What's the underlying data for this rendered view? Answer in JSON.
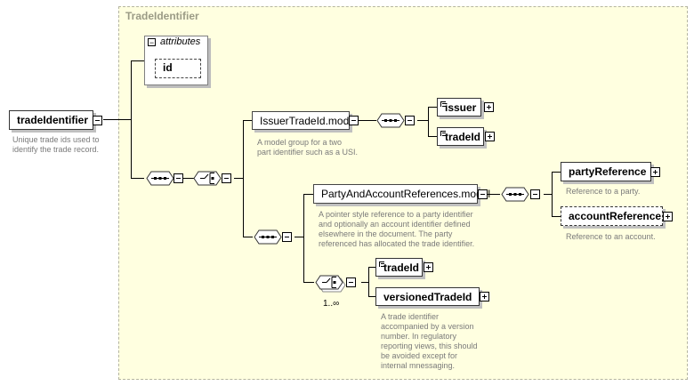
{
  "type_frame": {
    "title": "TradeIdentifier"
  },
  "attributes": {
    "title": "attributes",
    "items": [
      "id"
    ]
  },
  "root": {
    "name": "tradeIdentifier",
    "description": "Unique trade ids used to\nidentify the trade record."
  },
  "issuer_model": {
    "name": "IssuerTradeId.model",
    "description": "A model group for a two\npart identifier such as a USI.",
    "children": [
      {
        "name": "issuer"
      },
      {
        "name": "tradeId"
      }
    ]
  },
  "party_model": {
    "name": "PartyAndAccountReferences.model",
    "description": "A pointer style reference to a party identifier\nand optionally an account identifier defined\nelsewhere in the document. The party\nreferenced has allocated the trade identifier.",
    "children": [
      {
        "name": "partyReference",
        "description": "Reference to a party."
      },
      {
        "name": "accountReference",
        "description": "Reference to an account."
      }
    ]
  },
  "choice_group": {
    "occurrence": "1..∞",
    "children": [
      {
        "name": "tradeId"
      },
      {
        "name": "versionedTradeId",
        "description": "A trade identifier\naccompanied by a version\nnumber. In regulatory\nreporting views, this should\nbe avoided except for\ninternal mnessaging."
      }
    ]
  }
}
